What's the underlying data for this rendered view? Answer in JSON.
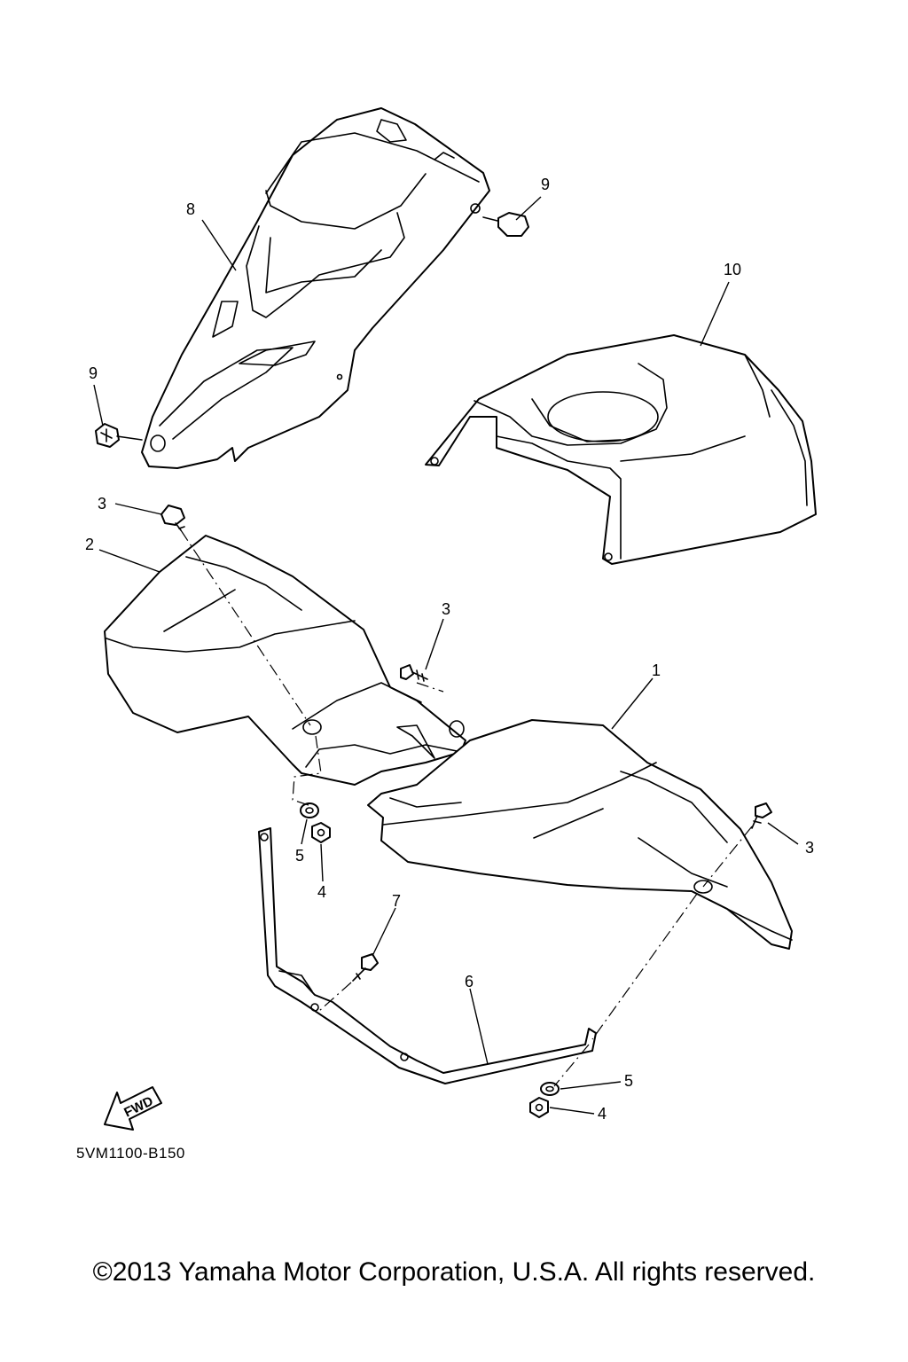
{
  "diagram": {
    "callouts": {
      "c1": "1",
      "c2": "2",
      "c3a": "3",
      "c3b": "3",
      "c3c": "3",
      "c4a": "4",
      "c4b": "4",
      "c5a": "5",
      "c5b": "5",
      "c6": "6",
      "c7": "7",
      "c8": "8",
      "c9a": "9",
      "c9b": "9",
      "c10": "10"
    },
    "fwd_label": "FWD",
    "diagram_code": "5VM1100-B150"
  },
  "footer": {
    "copyright": "©2013 Yamaha Motor Corporation, U.S.A. All rights reserved."
  }
}
